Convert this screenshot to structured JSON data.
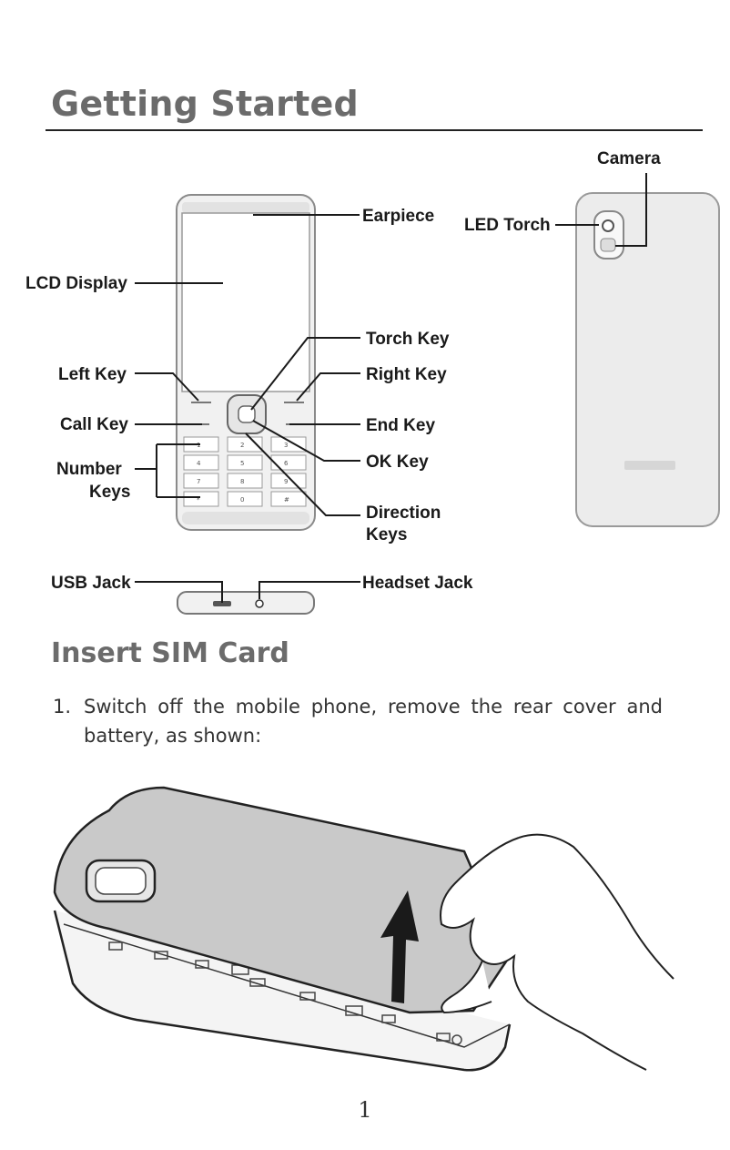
{
  "page": {
    "title": "Getting Started",
    "page_number": "1"
  },
  "diagram": {
    "labels": {
      "camera": "Camera",
      "earpiece": "Earpiece",
      "led_torch": "LED Torch",
      "lcd_display": "LCD Display",
      "torch_key": "Torch Key",
      "left_key": "Left Key",
      "right_key": "Right Key",
      "call_key": "Call Key",
      "end_key": "End Key",
      "number_keys_line1": "Number",
      "number_keys_line2": "Keys",
      "ok_key": "OK Key",
      "direction_keys_line1": "Direction",
      "direction_keys_line2": "Keys",
      "usb_jack": "USB Jack",
      "headset_jack": "Headset Jack"
    },
    "keypad": [
      "1",
      "2",
      "3",
      "4",
      "5",
      "6",
      "7",
      "8",
      "9",
      "*",
      "0",
      "#"
    ]
  },
  "section": {
    "title": "Insert SIM Card",
    "steps": [
      {
        "number": "1.",
        "text": "Switch off the mobile phone, remove the rear cover and battery, as shown:"
      }
    ]
  },
  "colors": {
    "heading": "#6b6b6b",
    "rule": "#222222"
  }
}
